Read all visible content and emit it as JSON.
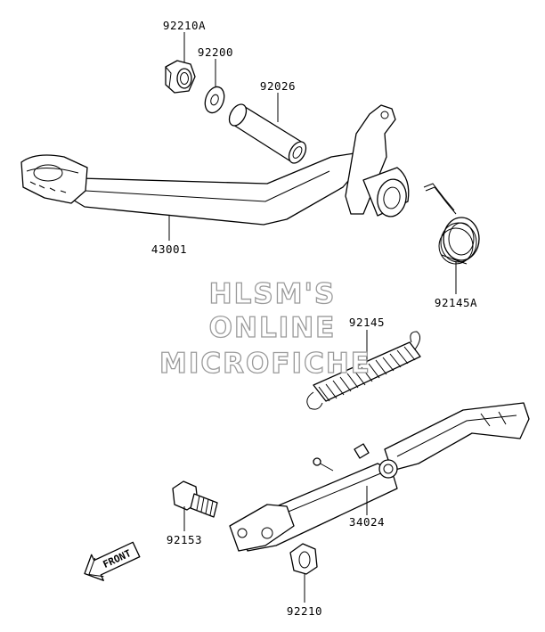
{
  "watermark": {
    "line1": "HLSM'S",
    "line2": "ONLINE",
    "line3": "MICROFICHE"
  },
  "parts": {
    "p92210A": "92210A",
    "p92200": "92200",
    "p92026": "92026",
    "p43001": "43001",
    "p92145A": "92145A",
    "p92145": "92145",
    "p92153": "92153",
    "p34024": "34024",
    "p92210": "92210"
  },
  "direction_arrow": {
    "label": "FRONT"
  }
}
